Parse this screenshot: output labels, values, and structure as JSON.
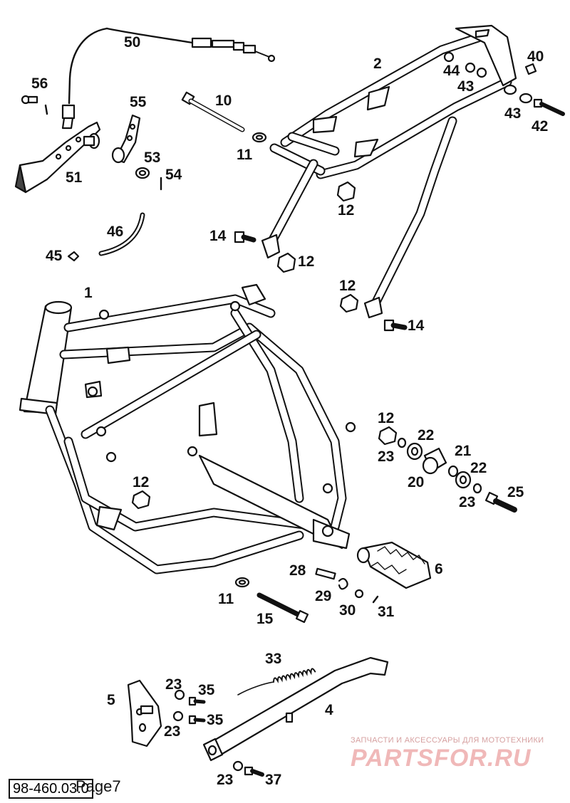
{
  "callouts": {
    "c50": "50",
    "c2": "2",
    "c40": "40",
    "c44": "44",
    "c43a": "43",
    "c43b": "43",
    "c42": "42",
    "c56": "56",
    "c55": "55",
    "c10": "10",
    "c11a": "11",
    "c53": "53",
    "c54": "54",
    "c51": "51",
    "c12a": "12",
    "c46": "46",
    "c45": "45",
    "c14a": "14",
    "c12b": "12",
    "c12c": "12",
    "c14b": "14",
    "c1": "1",
    "c12d": "12",
    "c22a": "22",
    "c23a": "23",
    "c21": "21",
    "c22b": "22",
    "c20": "20",
    "c23b": "23",
    "c25": "25",
    "c12e": "12",
    "c28": "28",
    "c6": "6",
    "c11b": "11",
    "c29": "29",
    "c30": "30",
    "c31": "31",
    "c15": "15",
    "c33": "33",
    "c5": "5",
    "c23c": "23",
    "c35a": "35",
    "c4": "4",
    "c35b": "35",
    "c23d": "23",
    "c23e": "23",
    "c37": "37"
  },
  "footer": {
    "code": "98-460.03.0",
    "page": "Page7"
  },
  "watermark": {
    "tagline": "ЗАПЧАСТИ И АКСЕССУАРЫ ДЛЯ МОТОТЕХНИКИ",
    "logo": "PARTSFOR.RU",
    "color": "#f0b8b8"
  }
}
